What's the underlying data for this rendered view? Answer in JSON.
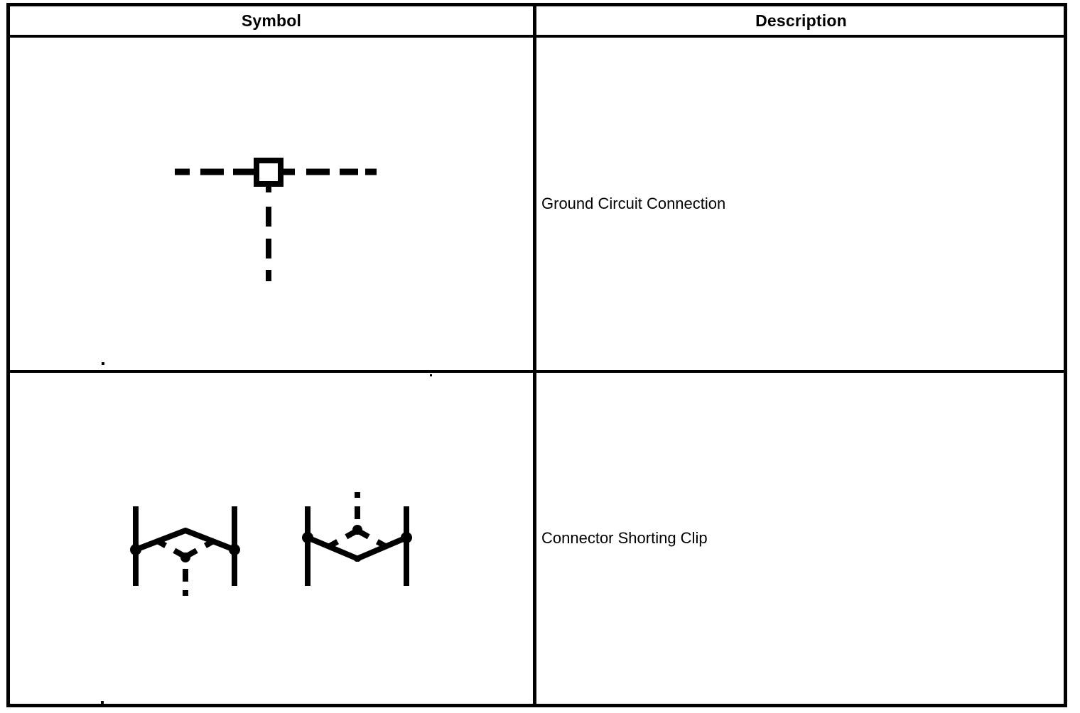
{
  "table": {
    "headers": {
      "symbol": "Symbol",
      "description": "Description"
    },
    "rows": [
      {
        "symbol_name": "ground-circuit-connection-symbol",
        "description": "Ground Circuit Connection"
      },
      {
        "symbol_name": "connector-shorting-clip-symbol",
        "description": "Connector Shorting Clip"
      }
    ]
  },
  "colors": {
    "ink": "#000000",
    "paper": "#ffffff"
  },
  "symbols": {
    "ground_circuit_connection": {
      "label": "ground-circuit-connection",
      "parts": [
        "dashed-horizontal-line-left",
        "square-terminal-box",
        "dashed-horizontal-line-right",
        "dashed-vertical-line-down"
      ]
    },
    "connector_shorting_clip": {
      "label": "connector-shorting-clip",
      "variants": [
        "clip-apex-up-with-dashed-lead-down",
        "clip-apex-down-with-dashed-lead-up"
      ],
      "parts": [
        "left-vertical-terminal-bar",
        "right-vertical-terminal-bar",
        "left-contact-dot",
        "right-contact-dot",
        "solid-diagonal-arm-left",
        "solid-diagonal-arm-right",
        "dashed-diagonal-arm-left",
        "dashed-diagonal-arm-right",
        "apex-node",
        "dashed-lead-line"
      ]
    }
  }
}
